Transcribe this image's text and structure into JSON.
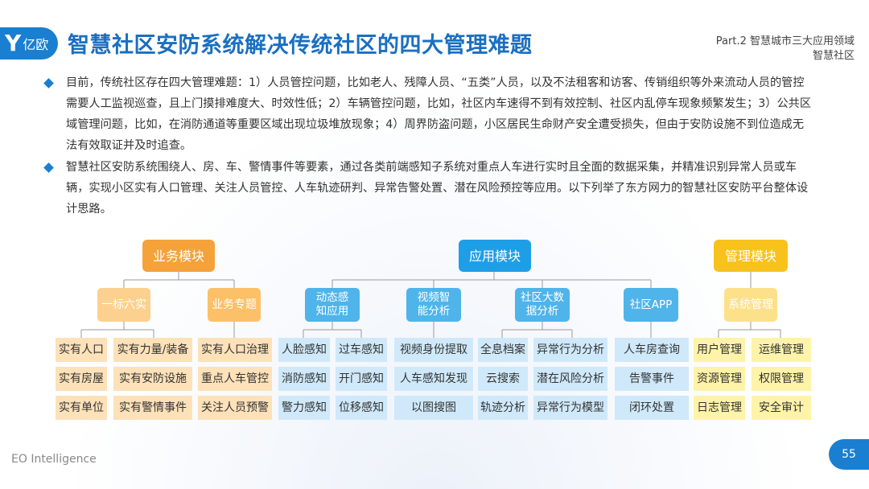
{
  "header": {
    "logo_glyph": "Y",
    "logo_text": "亿欧",
    "title": "智慧社区安防系统解决传统社区的四大管理难题",
    "part": "Part.2 智慧城市三大应用领域",
    "section": "智慧社区"
  },
  "paragraphs": [
    "目前，传统社区存在四大管理难题：1）人员管控问题，比如老人、残障人员、“五类”人员，以及不法租客和访客、传销组织等外来流动人员的管控需要人工监视巡查，且上门摸排难度大、时效性低；2）车辆管控问题，比如，社区内车速得不到有效控制、社区内乱停车现象频繁发生；3）公共区域管理问题，比如，在消防通道等重要区域出现垃圾堆放现象；4）周界防盗问题，小区居民生命财产安全遭受损失，但由于安防设施不到位造成无法有效取证并及时追查。",
    "智慧社区安防系统围绕人、房、车、警情事件等要素，通过各类前端感知子系统对重点人车进行实时且全面的数据采集，并精准识别异常人员或车辆，实现小区实有人口管理、关注人员管控、人车轨迹研判、异常告警处置、潜在风险预控等应用。以下列举了东方网力的智慧社区安防平台整体设计思路。"
  ],
  "diagram": {
    "modules": {
      "business": "业务模块",
      "application": "应用模块",
      "management": "管理模块"
    },
    "business_groups": {
      "g1": {
        "label": "一标六实",
        "items": [
          "实有人口",
          "实有力量/装备",
          "实有房屋",
          "实有安防设施",
          "实有单位",
          "实有警情事件"
        ]
      },
      "g2": {
        "label": "业务专题",
        "items": [
          "实有人口治理",
          "重点人车管控",
          "关注人员预警"
        ]
      }
    },
    "application_groups": {
      "g1": {
        "label": "动态感知应用",
        "items": [
          "人脸感知",
          "过车感知",
          "消防感知",
          "开门感知",
          "警力感知",
          "位移感知"
        ]
      },
      "g2": {
        "label": "视频智能分析",
        "items": [
          "视频身份提取",
          "人车感知发现",
          "以图搜图"
        ]
      },
      "g3": {
        "label": "社区大数据分析",
        "items": [
          "全息档案",
          "异常行为分析",
          "云搜索",
          "潜在风险分析",
          "轨迹分析",
          "异常行为模型"
        ]
      },
      "g4": {
        "label": "社区APP",
        "items": [
          "人车房查询",
          "告警事件",
          "闭环处置"
        ]
      }
    },
    "management_groups": {
      "g1": {
        "label": "系统管理",
        "items": [
          "用户管理",
          "运维管理",
          "资源管理",
          "权限管理",
          "日志管理",
          "安全审计"
        ]
      }
    }
  },
  "footer": {
    "brand": "EO Intelligence",
    "page": "55"
  }
}
